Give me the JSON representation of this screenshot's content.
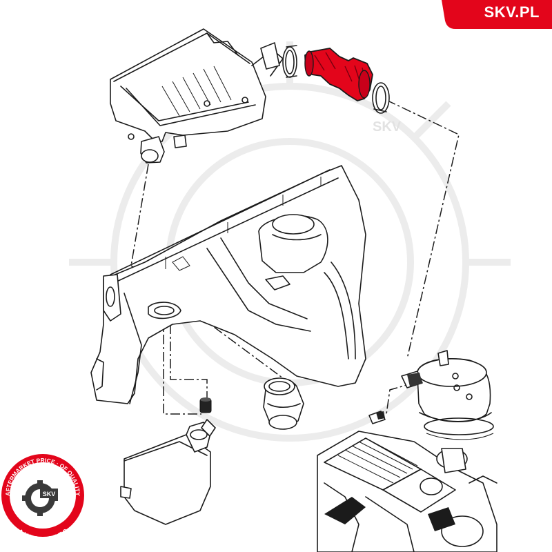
{
  "brand": {
    "site": "SKV.PL",
    "tab_color": "#e3051b"
  },
  "seal": {
    "ring_text": "AFTERMARKET PRICE · OF QUALITY",
    "center_text": "SKV",
    "bottom_text": "AUTO PARTS",
    "color": "#e3051b"
  },
  "watermark": {
    "text": "SKV"
  },
  "diagram": {
    "highlight_color": "#e3051b",
    "line_color": "#1b1b1b"
  }
}
